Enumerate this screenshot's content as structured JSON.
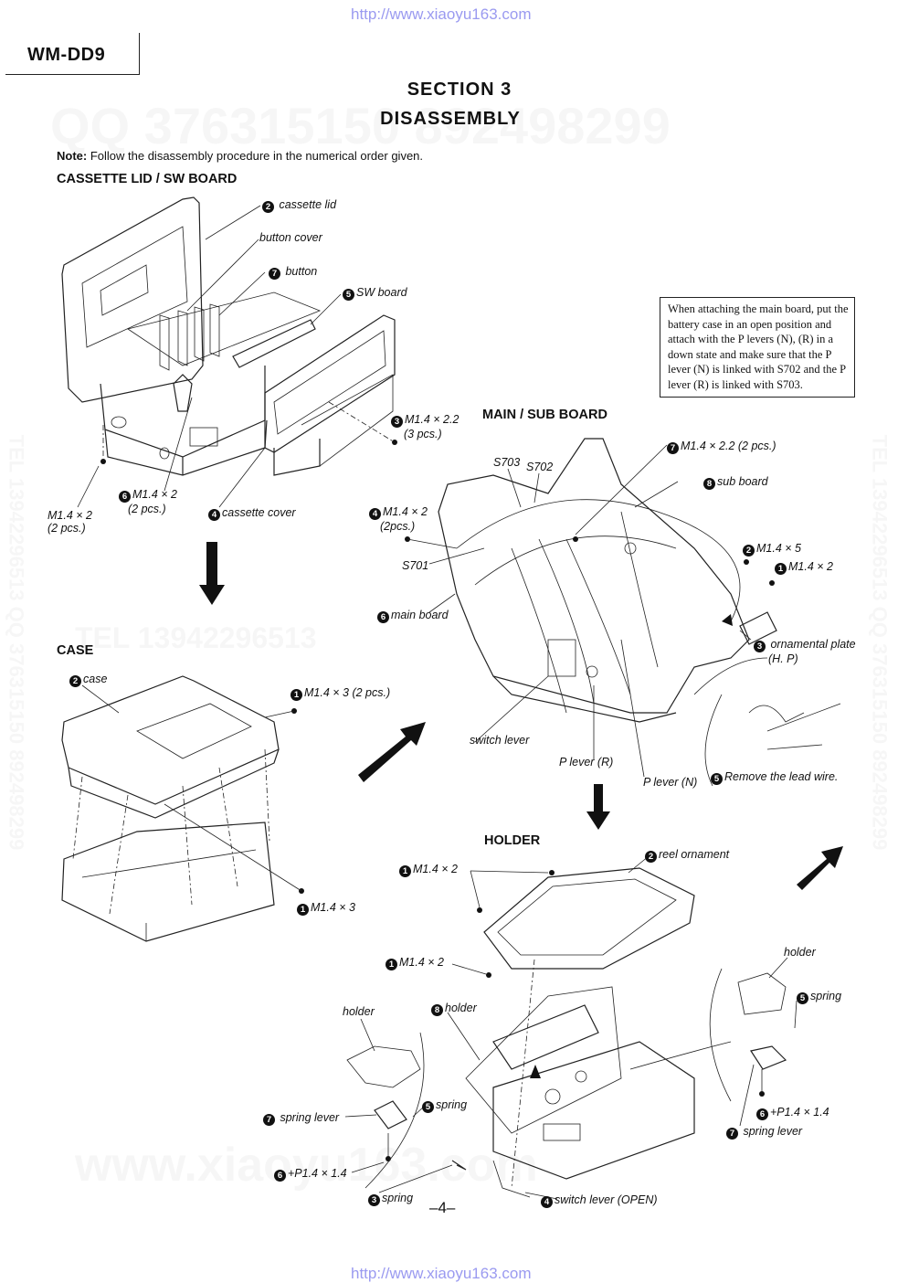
{
  "watermark_url": "http://www.xiaoyu163.com",
  "watermarks": {
    "top_band": "QQ 376315150   892498299",
    "side": "TEL 13942296513   QQ 376315150   892498299",
    "mid": "TEL 13942296513",
    "bottom": "www.xiaoyu163.com"
  },
  "header": {
    "model": "WM-DD9",
    "section": "SECTION 3",
    "title": "DISASSEMBLY"
  },
  "note": {
    "label": "Note:",
    "text": "Follow the disassembly procedure in the numerical order given."
  },
  "info_box": "When attaching the main board, put the battery case in an open position and attach with the P levers (N), (R) in a down state and make sure that the P lever (N) is linked with S702 and the P lever (R) is linked with S703.",
  "sections": {
    "cassette_lid": {
      "heading": "CASSETTE  LID / SW  BOARD",
      "labels": [
        {
          "num": "2",
          "text": "cassette lid"
        },
        {
          "num": "",
          "text": "button cover"
        },
        {
          "num": "7",
          "text": "button"
        },
        {
          "num": "5",
          "text": "SW board"
        },
        {
          "num": "3",
          "text": "M1.4 × 2.2",
          "sub": "(3 pcs.)"
        },
        {
          "num": "",
          "text": "M1.4 × 2",
          "sub": "(2 pcs.)"
        },
        {
          "num": "6",
          "text": "M1.4 × 2",
          "sub": "(2 pcs.)"
        },
        {
          "num": "4",
          "text": "cassette cover"
        }
      ]
    },
    "main_sub": {
      "heading": "MAIN / SUB  BOARD",
      "labels": [
        {
          "num": "7",
          "text": "M1.4 × 2.2 (2 pcs.)"
        },
        {
          "num": "8",
          "text": "sub board"
        },
        {
          "num": "",
          "text": "S703"
        },
        {
          "num": "",
          "text": "S702"
        },
        {
          "num": "4",
          "text": "M1.4 × 2",
          "sub": "(2pcs.)"
        },
        {
          "num": "",
          "text": "S701"
        },
        {
          "num": "6",
          "text": "main board"
        },
        {
          "num": "2",
          "text": "M1.4 × 5"
        },
        {
          "num": "1",
          "text": "M1.4 × 2"
        },
        {
          "num": "3",
          "text": "ornamental plate",
          "sub": "(H. P)"
        },
        {
          "num": "",
          "text": "switch lever"
        },
        {
          "num": "",
          "text": "P lever (R)"
        },
        {
          "num": "",
          "text": "P lever (N)"
        },
        {
          "num": "5",
          "text": "Remove the lead wire."
        }
      ]
    },
    "case": {
      "heading": "CASE",
      "labels": [
        {
          "num": "2",
          "text": "case"
        },
        {
          "num": "1",
          "text": "M1.4 × 3 (2 pcs.)"
        },
        {
          "num": "1",
          "text": "M1.4 × 3"
        }
      ]
    },
    "holder": {
      "heading": "HOLDER",
      "labels": [
        {
          "num": "2",
          "text": "reel ornament"
        },
        {
          "num": "1",
          "text": "M1.4 × 2"
        },
        {
          "num": "1",
          "text": "M1.4 × 2"
        },
        {
          "num": "8",
          "text": "holder"
        },
        {
          "num": "",
          "text": "holder"
        },
        {
          "num": "7",
          "text": "spring lever"
        },
        {
          "num": "5",
          "text": "spring"
        },
        {
          "num": "6",
          "text": "+P1.4 × 1.4"
        },
        {
          "num": "3",
          "text": "spring"
        },
        {
          "num": "4",
          "text": "switch lever (OPEN)"
        },
        {
          "num": "",
          "text": "holder"
        },
        {
          "num": "5",
          "text": "spring"
        },
        {
          "num": "6",
          "text": "+P1.4 × 1.4"
        },
        {
          "num": "7",
          "text": "spring lever"
        }
      ]
    }
  },
  "page_number": "–4–"
}
